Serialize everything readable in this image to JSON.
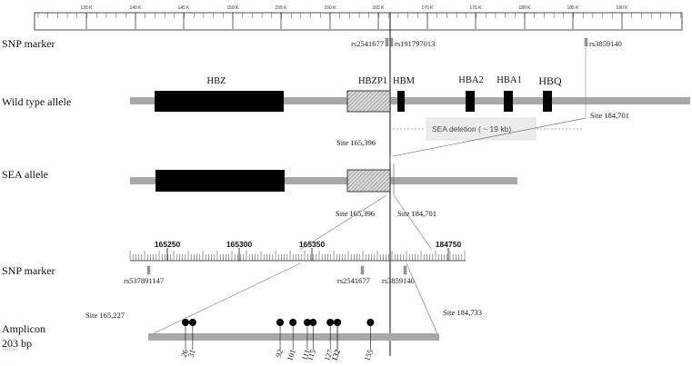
{
  "top_ruler": {
    "ticks": [
      "135 K",
      "140 K",
      "145 K",
      "150 K",
      "155 K",
      "160 K",
      "165 K",
      "170 K",
      "175 K",
      "180 K",
      "185 K",
      "190 K"
    ]
  },
  "labels": {
    "snp_marker_1": "SNP marker",
    "wild_type": "Wild type allele",
    "sea_allele": "SEA allele",
    "snp_marker_2": "SNP marker",
    "amplicon_line1": "Amplicon",
    "amplicon_line2": "203 bp"
  },
  "top_snps": {
    "rs2541677": "rs2541677",
    "rs191797013": "rs191797013",
    "rs3859140": "rs3859140"
  },
  "genes": {
    "hbz": "HBZ",
    "hbzp1": "HBZP1",
    "hbm": "HBM",
    "hba2": "HBA2",
    "hba1": "HBA1",
    "hbq": "HBQ"
  },
  "deletion_box": "SEA deletion ( ~ 19 kb)",
  "sites": {
    "wt_184701": "Site 184,701",
    "wt_165396": "Site 165,396",
    "sea_165396": "Site 165,396",
    "sea_184701": "Site 184,701",
    "amp_165227": "Site 165,227",
    "amp_184733": "Site 184,733"
  },
  "bottom_ruler": {
    "ticks": [
      "165250",
      "165300",
      "165350",
      "184750"
    ]
  },
  "bottom_snps": {
    "rs537891147": "rs537891147",
    "rs2541677": "rs2541677",
    "rs3859140": "rs3859140"
  },
  "amplicon_positions": [
    "26",
    "31",
    "92",
    "101",
    "111",
    "115",
    "127",
    "132",
    "132",
    "155"
  ]
}
